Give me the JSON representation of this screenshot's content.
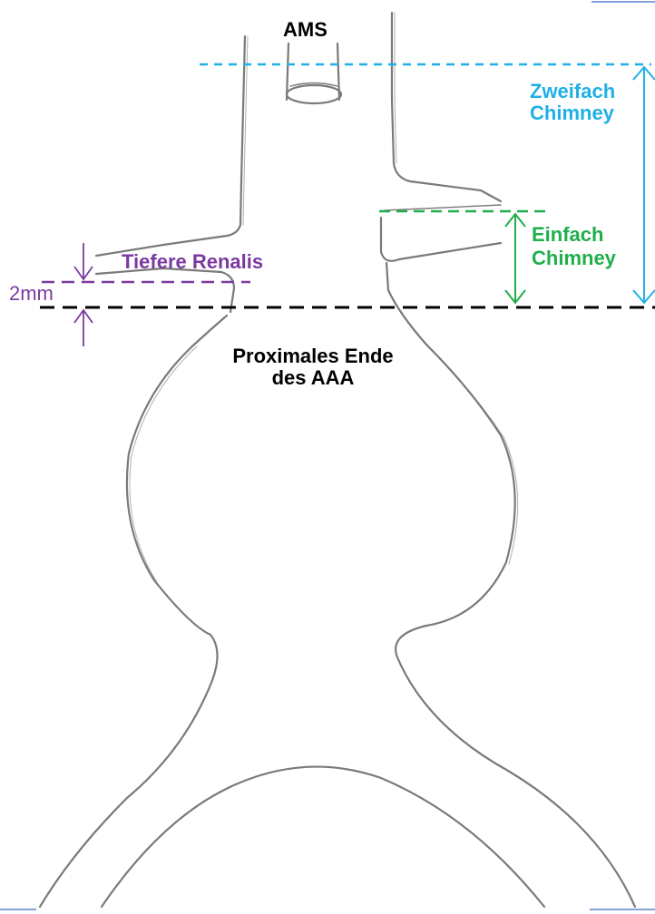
{
  "labels": {
    "ams": "AMS",
    "zweifach_line1": "Zweifach",
    "zweifach_line2": "Chimney",
    "einfach_line1": "Einfach",
    "einfach_line2": "Chimney",
    "tiefere_renalis": "Tiefere Renalis",
    "distance": "2mm",
    "proximal_line1": "Proximales Ende",
    "proximal_line2": "des AAA"
  },
  "colors": {
    "zweifach": "#1fb0e6",
    "einfach": "#1fae4a",
    "renalis": "#7a3aa0",
    "proximal": "#000000",
    "sketch": "#7a7a7a"
  }
}
